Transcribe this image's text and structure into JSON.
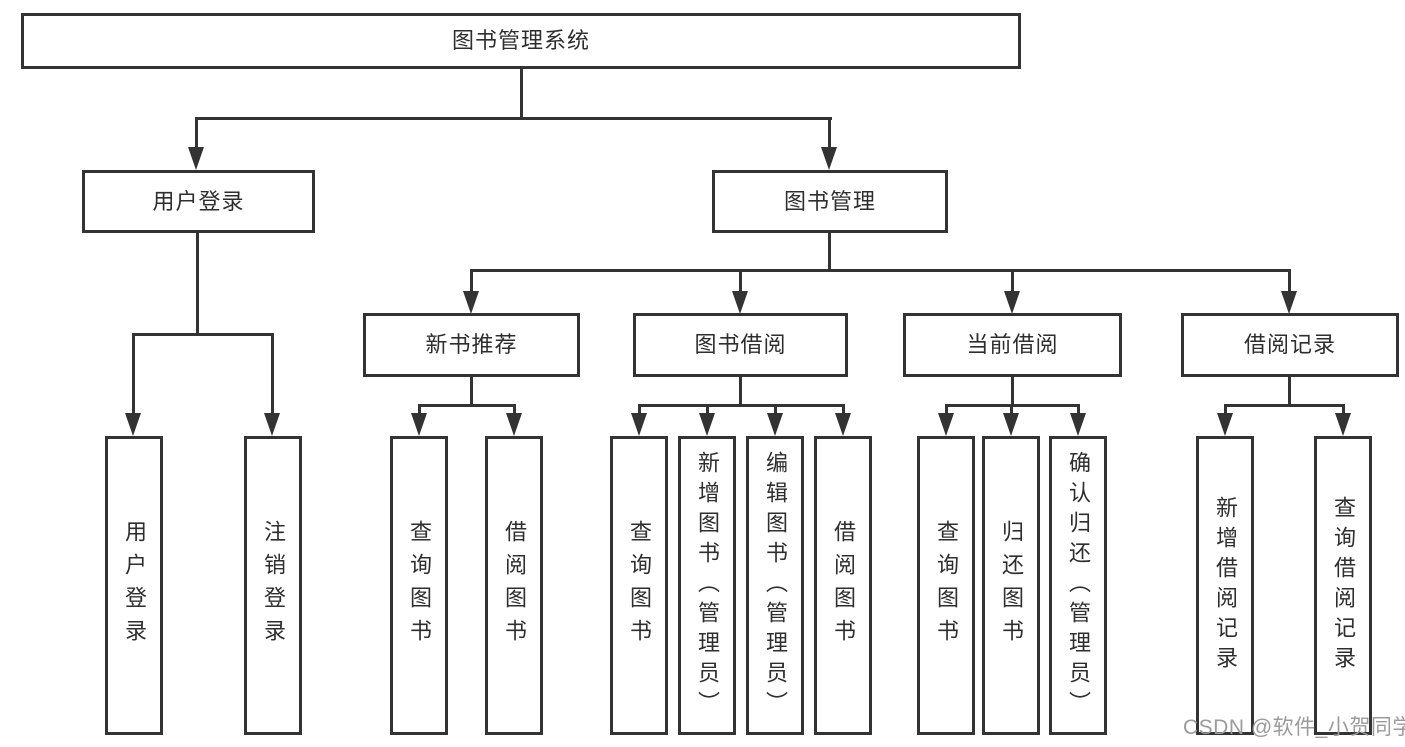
{
  "tree": {
    "root": "图书管理系统",
    "branches": [
      {
        "label": "用户登录",
        "children": [
          "用户登录",
          "注销登录"
        ]
      },
      {
        "label": "图书管理",
        "children": [
          {
            "label": "新书推荐",
            "children": [
              "查询图书",
              "借阅图书"
            ]
          },
          {
            "label": "图书借阅",
            "children": [
              "查询图书",
              "新增图书（管理员）",
              "编辑图书（管理员）",
              "借阅图书"
            ]
          },
          {
            "label": "当前借阅",
            "children": [
              "查询图书",
              "归还图书",
              "确认归还（管理员）"
            ]
          },
          {
            "label": "借阅记录",
            "children": [
              "新增借阅记录",
              "查询借阅记录"
            ]
          }
        ]
      }
    ]
  },
  "watermark": "CSDN @软件_小贺同学",
  "colors": {
    "line": "#333333",
    "text": "#2e2e2e",
    "watermark": "#9b9b9b",
    "background": "#ffffff"
  }
}
